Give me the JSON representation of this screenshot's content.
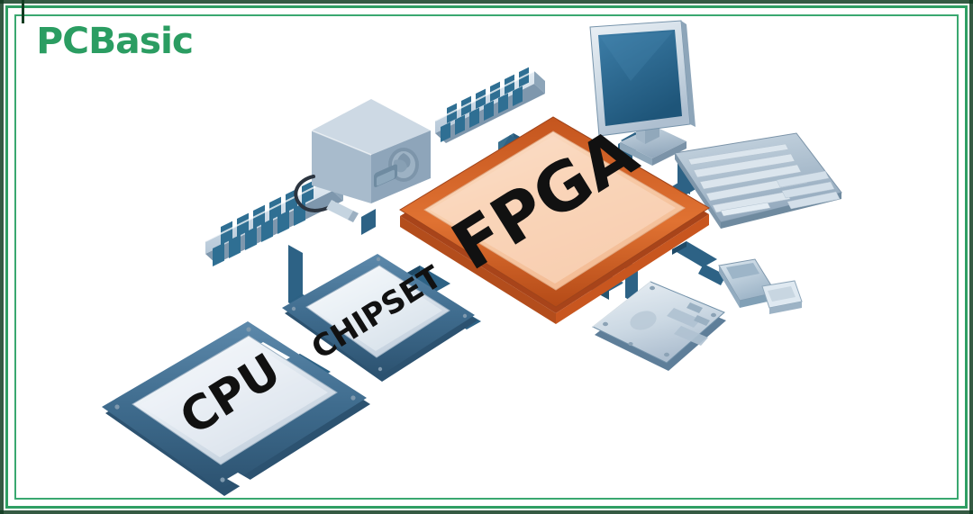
{
  "page": {
    "title": "FPGA System Block Diagram",
    "background_color": "#ffffff"
  },
  "brand": {
    "logo_text": "PCBasic",
    "logo_color": "#2b9d62"
  },
  "frame": {
    "color_outer": "#2f9e63",
    "color_inner": "#3aa870",
    "corner_accent": "#123d22"
  },
  "diagram": {
    "type": "isometric-block-diagram",
    "center_component": "FPGA",
    "bus_color": "#2b6182",
    "chip_labels": {
      "fpga": "FPGA",
      "cpu": "CPU",
      "chipset": "CHIPSET"
    },
    "colors": {
      "fpga_fill": "#f7cfb0",
      "fpga_edge": "#d4632a",
      "chip_fill": "#dfe6ee",
      "chip_edge": "#4f7fa3",
      "device_fill": "#c3d2df",
      "device_edge": "#6f93ad",
      "screen_fill": "#2c6c96"
    },
    "components": [
      {
        "id": "fpga",
        "name": "FPGA",
        "label": "FPGA",
        "kind": "chip"
      },
      {
        "id": "cpu",
        "name": "CPU",
        "label": "CPU",
        "kind": "chip"
      },
      {
        "id": "chipset",
        "name": "Chipset",
        "label": "CHIPSET",
        "kind": "chip"
      },
      {
        "id": "ram1",
        "name": "Memory Module",
        "label": "",
        "kind": "ram"
      },
      {
        "id": "ram2",
        "name": "Memory Module",
        "label": "",
        "kind": "ram"
      },
      {
        "id": "psu",
        "name": "Power Supply",
        "label": "",
        "kind": "psu"
      },
      {
        "id": "monitor",
        "name": "Monitor",
        "label": "",
        "kind": "display"
      },
      {
        "id": "keyboard",
        "name": "Keyboard",
        "label": "",
        "kind": "input"
      },
      {
        "id": "hdd",
        "name": "Hard Drive",
        "label": "",
        "kind": "storage"
      },
      {
        "id": "usb",
        "name": "USB Connector",
        "label": "",
        "kind": "connector"
      }
    ],
    "connections": [
      {
        "from": "fpga",
        "to": "ram2"
      },
      {
        "from": "fpga",
        "to": "monitor"
      },
      {
        "from": "fpga",
        "to": "keyboard"
      },
      {
        "from": "fpga",
        "to": "usb"
      },
      {
        "from": "fpga",
        "to": "hdd"
      },
      {
        "from": "fpga",
        "to": "chipset"
      },
      {
        "from": "fpga",
        "to": "psu"
      },
      {
        "from": "chipset",
        "to": "cpu"
      },
      {
        "from": "chipset",
        "to": "ram1"
      }
    ]
  }
}
